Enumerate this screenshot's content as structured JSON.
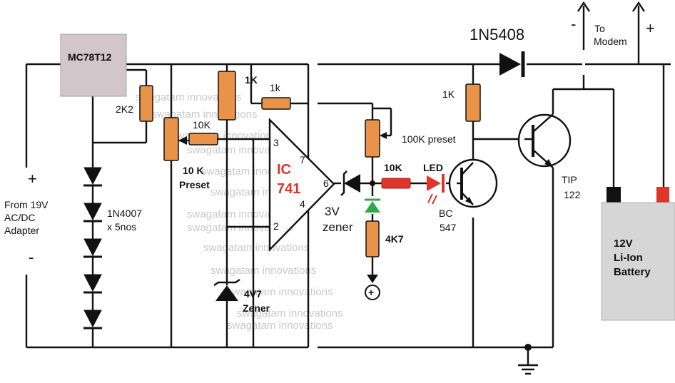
{
  "colors": {
    "wire": "#111111",
    "resistor": "#e8924a",
    "resistor_red": "#e0352b",
    "regulator": "#d2c6ca",
    "battery": "#d6d6d6",
    "led": "#e0352b",
    "green_diode": "#2fa84a",
    "ic_text": "#e0352b",
    "watermark": "#c9c9c9"
  },
  "labels": {
    "regulator": "MC78T12",
    "r_2k2": "2K2",
    "preset_10k_a": "10K",
    "preset_10k_b": "10 K",
    "preset_word": "Preset",
    "r_1k_top": "1K",
    "r_1k_small": "1k",
    "diode_1n5408": "1N5408",
    "modem_minus": "-",
    "modem_plus": "+",
    "modem_to": "To",
    "modem_word": "Modem",
    "r_1k_right": "1K",
    "preset_100k": "100K preset",
    "r_10k": "10K",
    "led": "LED",
    "ic_name": "IC",
    "ic_number": "741",
    "pin7": "7",
    "pin3": "3",
    "pin6": "6",
    "pin4": "4",
    "pin2": "2",
    "zener3v_a": "3V",
    "zener3v_b": "zener",
    "r_4k7": "4K7",
    "plus_circle": "+",
    "zener4v7_a": "4V7",
    "zener4v7_b": "Zener",
    "bc_a": "BC",
    "bc_b": "547",
    "tip_a": "TIP",
    "tip_b": "122",
    "battery_a": "12V",
    "battery_b": "Li-Ion",
    "battery_c": "Battery",
    "input_plus": "+",
    "input_minus": "-",
    "input_a": "From 19V",
    "input_b": "AC/DC",
    "input_c": "Adapter",
    "diodes_a": "1N4007",
    "diodes_b": "x 5nos"
  },
  "watermark_text": "swagatam innovations"
}
